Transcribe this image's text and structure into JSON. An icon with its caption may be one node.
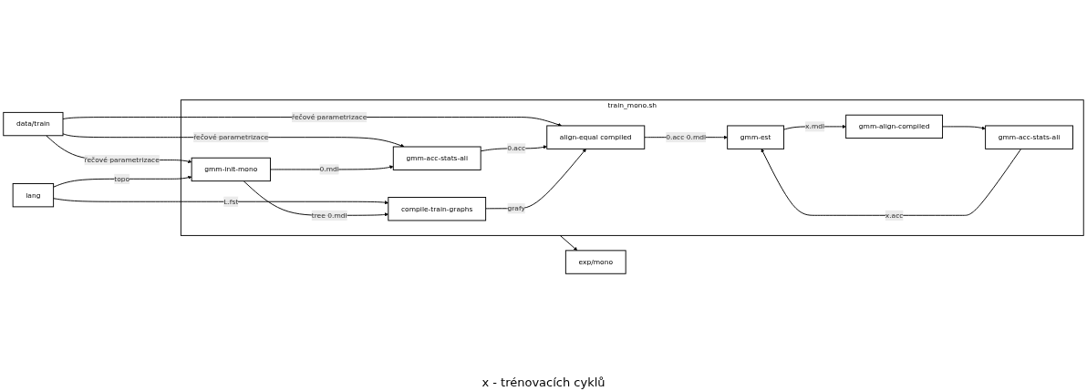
{
  "diagram": {
    "nodes": [
      {
        "text": [
          "train_mono.sh"
        ]
      },
      {
        "text": [
          "data/train"
        ]
      },
      {
        "text": [
          "lang"
        ]
      },
      {
        "text": [
          "gmm-acc-stats-ali"
        ],
        "in": 0
      },
      {
        "text": [
          "gmm-init-mono"
        ],
        "in": 0
      },
      {
        "text": [
          "compile-train-graphs"
        ],
        "in": 0
      },
      {
        "text": [
          "align-equal compiled"
        ],
        "in": 0
      },
      {
        "text": [
          "gmm-est"
        ],
        "in": 0
      },
      {
        "text": [
          "gmm-acc-stats-ali"
        ],
        "in": 0
      },
      {
        "text": [
          "gmm-align-compiled"
        ],
        "in": 0
      },
      {
        "text": [
          "exp/mono"
        ]
      }
    ],
    "edges": [
      {
        "from": 1,
        "to": 3,
        "arrow": "to",
        "label": "řečové parametrizace"
      },
      {
        "from": 1,
        "to": 4,
        "arrow": "to",
        "label": "řečové parametrizace"
      },
      {
        "from": 1,
        "to": 6,
        "arrow": "to",
        "label": "řečové parametrizace"
      },
      {
        "from": 2,
        "to": 4,
        "arrow": "to",
        "label": "topo"
      },
      {
        "from": 2,
        "to": 5,
        "arrow": "to",
        "label": "L.fst"
      },
      {
        "from": 4,
        "to": 3,
        "arrow": "to",
        "label": "0.mdl"
      },
      {
        "from": 4,
        "to": 5,
        "arrow": "to",
        "label": "tree 0.mdl"
      },
      {
        "from": 3,
        "to": 6,
        "arrow": "to",
        "label": "0.acc"
      },
      {
        "from": 5,
        "to": 6,
        "arrow": "to",
        "label": "grafy"
      },
      {
        "from": 6,
        "to": 7,
        "arrow": "to",
        "label": "0.acc 0.mdl"
      },
      {
        "from": 7,
        "to": 9,
        "arrow": "to",
        "label": "x.mdl"
      },
      {
        "from": 9,
        "to": 8,
        "arrow": "to"
      },
      {
        "from": 8,
        "to": 7,
        "arrow": "to",
        "label": "x.acc"
      },
      {
        "from": 0,
        "to": 10,
        "arrow": "to"
      }
    ],
    "labels": [
      "x - trénovacích cyklů"
    ]
  }
}
